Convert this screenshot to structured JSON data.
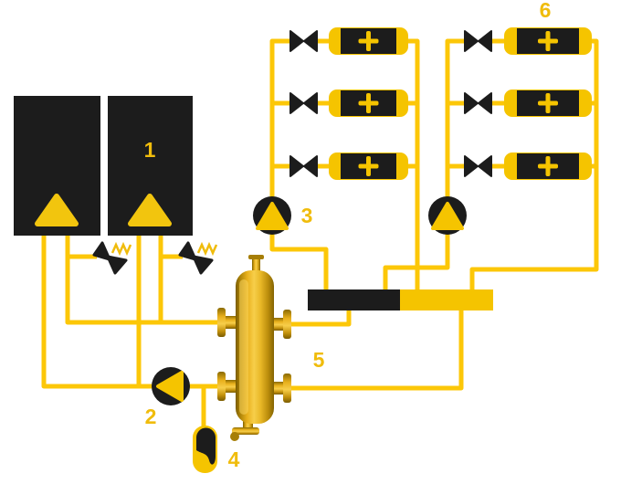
{
  "diagram": {
    "type": "heating-system-schematic",
    "background": "#ffffff",
    "colors": {
      "pipe_yellow": "#FCC708",
      "component_yellow": "#F5C400",
      "label_yellow": "#F0BC0C",
      "black": "#1C1C1C",
      "separator_gold_light": "#F7CE4A",
      "separator_gold_dark": "#8A6A02"
    },
    "labels": {
      "boilers": "1",
      "boiler_pump": "2",
      "left_circuit_pump": "3",
      "expansion_vessel": "4",
      "hydraulic_separator": "5",
      "radiator_circuits": "6"
    }
  }
}
